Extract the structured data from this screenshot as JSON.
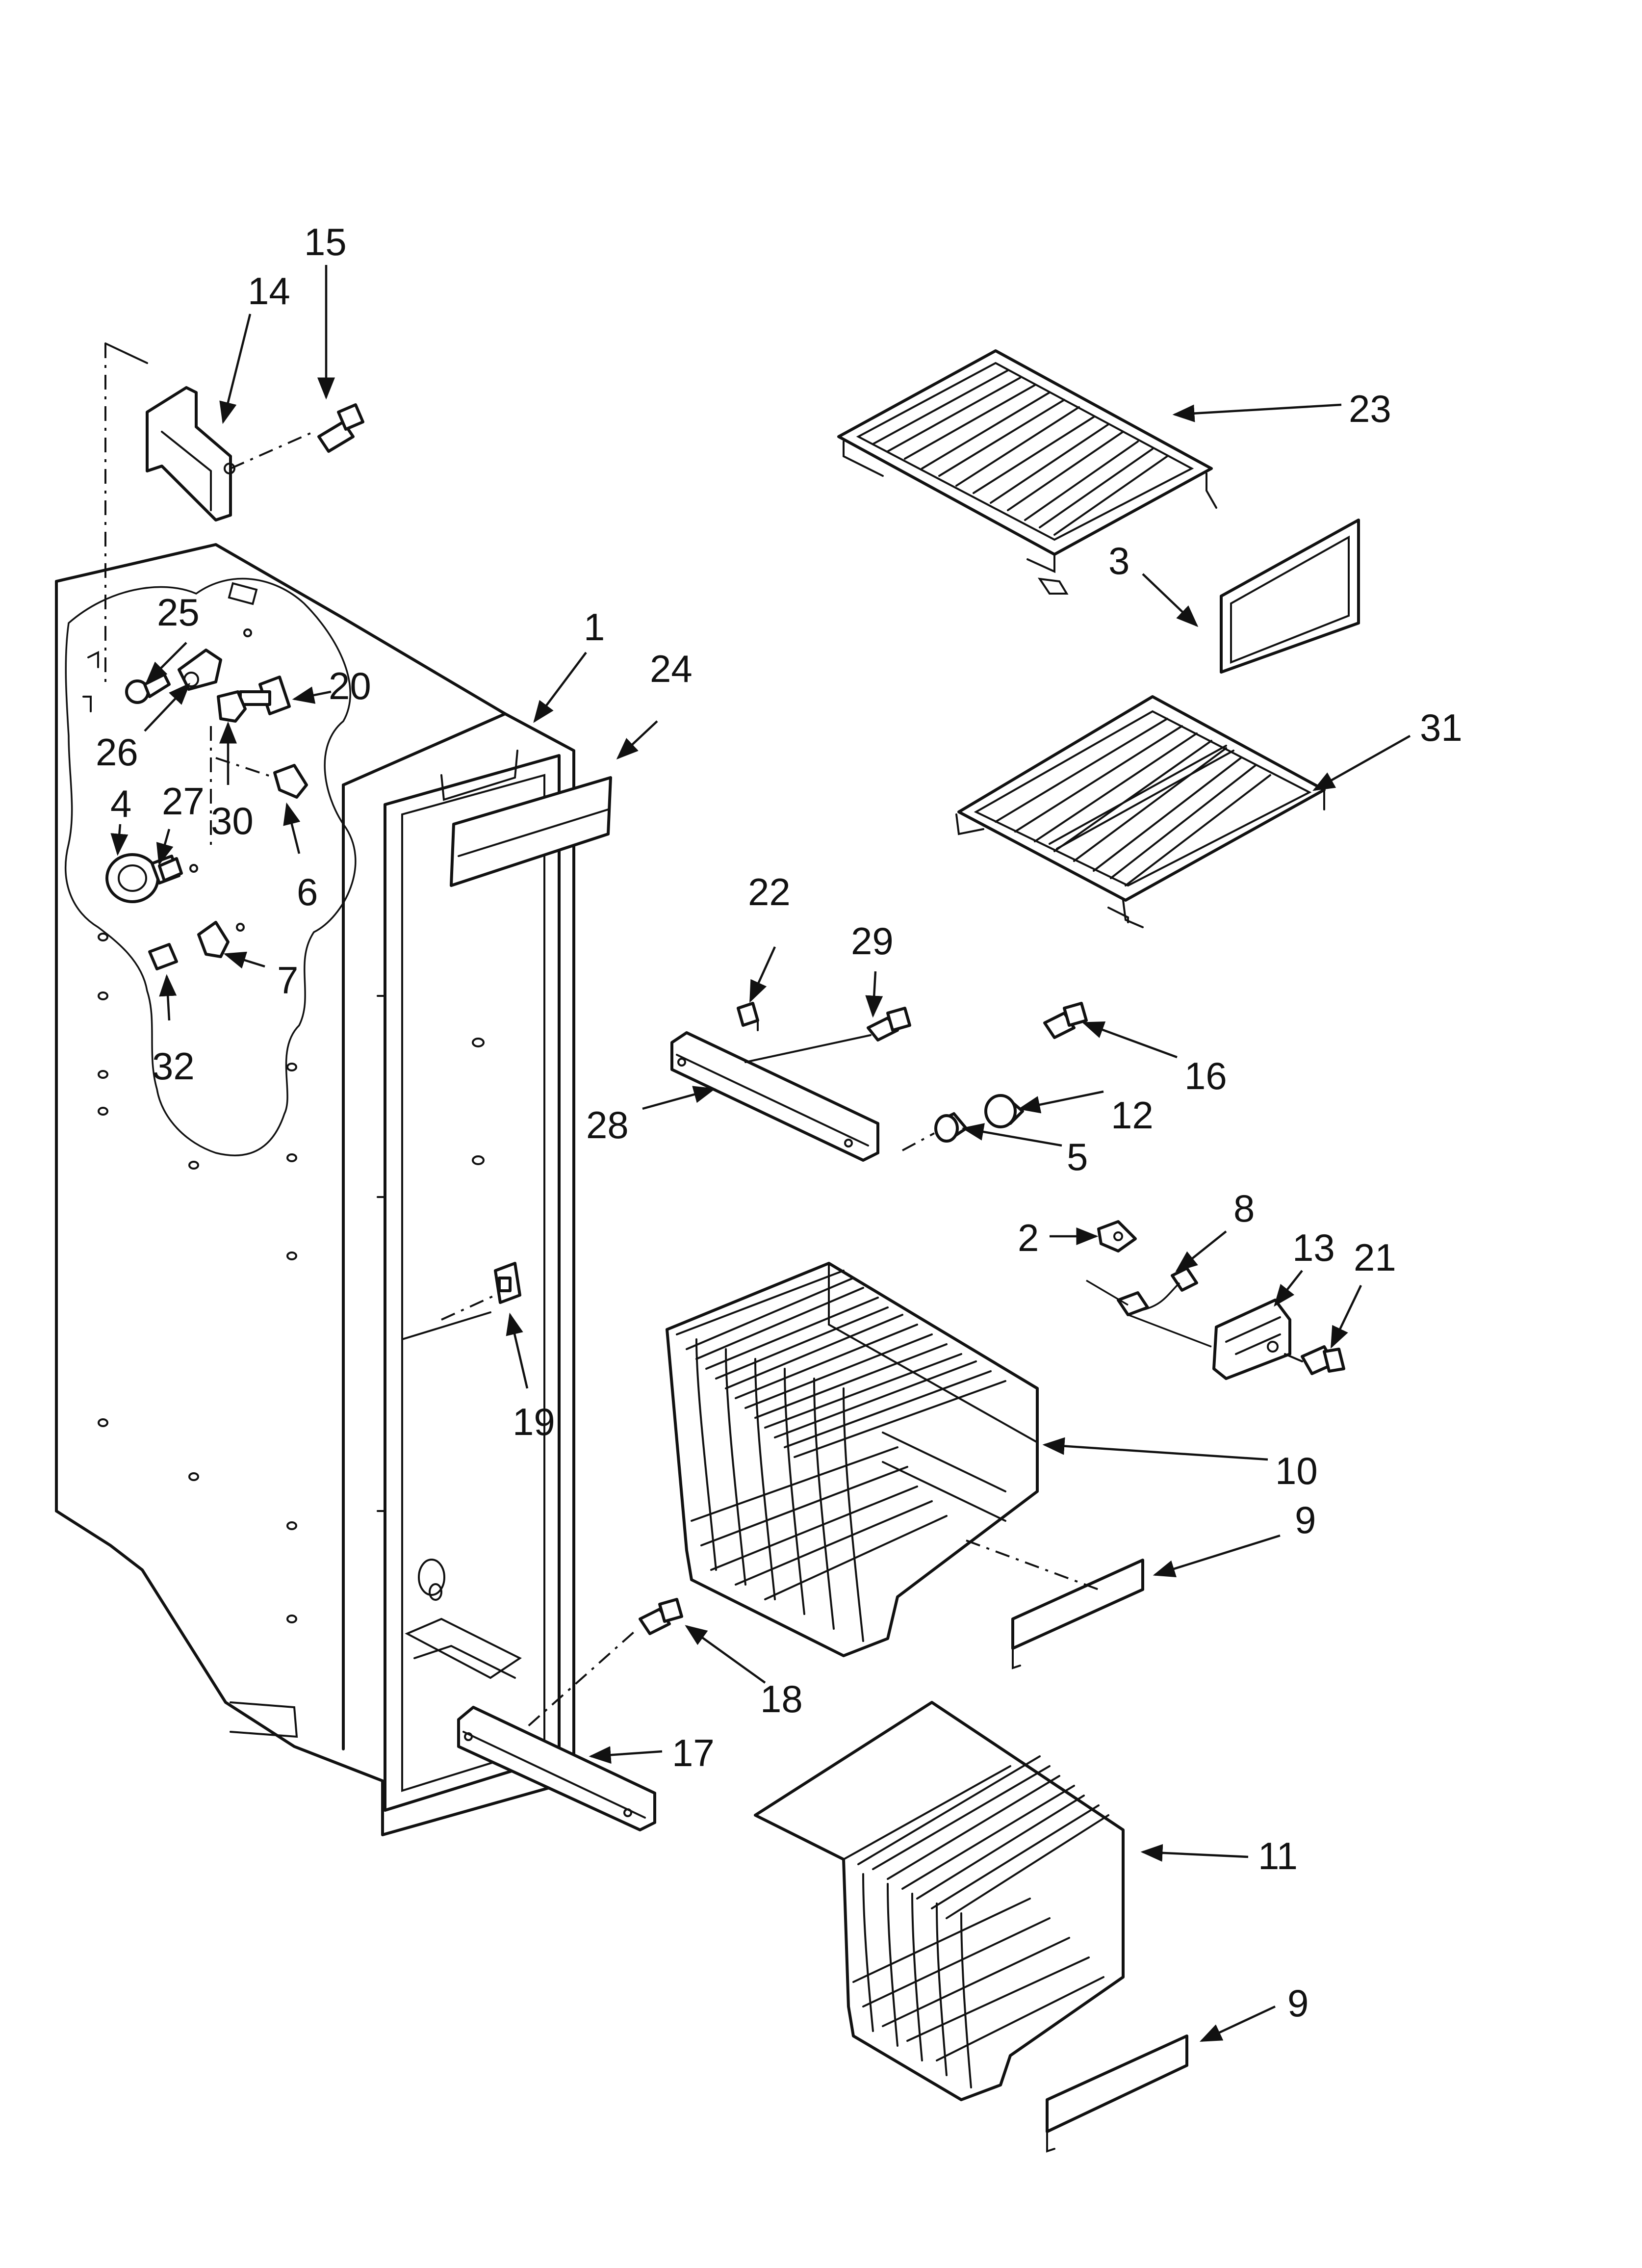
{
  "callouts": [
    {
      "id": "1",
      "label": "1"
    },
    {
      "id": "2",
      "label": "2"
    },
    {
      "id": "3",
      "label": "3"
    },
    {
      "id": "4",
      "label": "4"
    },
    {
      "id": "5",
      "label": "5"
    },
    {
      "id": "6",
      "label": "6"
    },
    {
      "id": "7",
      "label": "7"
    },
    {
      "id": "8",
      "label": "8"
    },
    {
      "id": "9a",
      "label": "9"
    },
    {
      "id": "9b",
      "label": "9"
    },
    {
      "id": "10",
      "label": "10"
    },
    {
      "id": "11",
      "label": "11"
    },
    {
      "id": "12",
      "label": "12"
    },
    {
      "id": "13",
      "label": "13"
    },
    {
      "id": "14",
      "label": "14"
    },
    {
      "id": "15",
      "label": "15"
    },
    {
      "id": "16",
      "label": "16"
    },
    {
      "id": "17",
      "label": "17"
    },
    {
      "id": "18",
      "label": "18"
    },
    {
      "id": "19",
      "label": "19"
    },
    {
      "id": "20",
      "label": "20"
    },
    {
      "id": "21",
      "label": "21"
    },
    {
      "id": "22",
      "label": "22"
    },
    {
      "id": "23",
      "label": "23"
    },
    {
      "id": "24",
      "label": "24"
    },
    {
      "id": "25",
      "label": "25"
    },
    {
      "id": "26",
      "label": "26"
    },
    {
      "id": "27",
      "label": "27"
    },
    {
      "id": "28",
      "label": "28"
    },
    {
      "id": "29",
      "label": "29"
    },
    {
      "id": "30",
      "label": "30"
    },
    {
      "id": "31",
      "label": "31"
    },
    {
      "id": "32",
      "label": "32"
    }
  ]
}
